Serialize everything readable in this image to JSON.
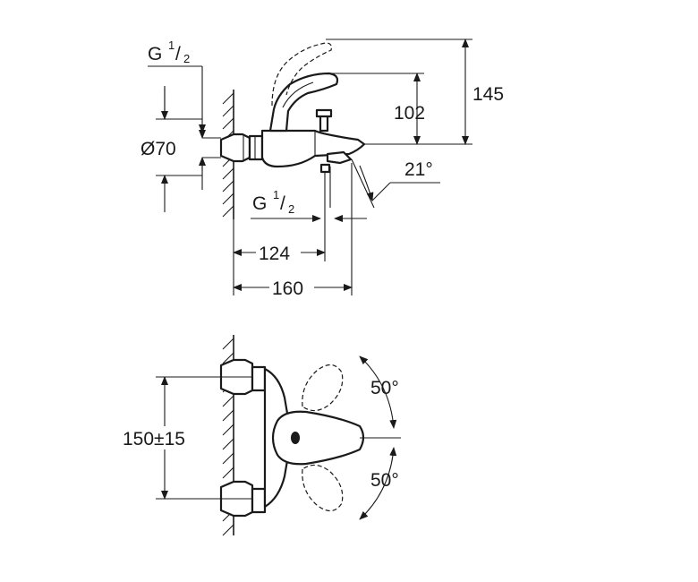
{
  "side_view": {
    "thread_top": {
      "base": "G",
      "num": "1",
      "den": "2"
    },
    "thread_bottom": {
      "base": "G",
      "num": "1",
      "den": "2"
    },
    "diameter": "Ø70",
    "height_102": "102",
    "height_145": "145",
    "angle": "21°",
    "depth_124": "124",
    "depth_160": "160"
  },
  "front_view": {
    "spacing": "150±15",
    "angle_up": "50°",
    "angle_down": "50°"
  }
}
